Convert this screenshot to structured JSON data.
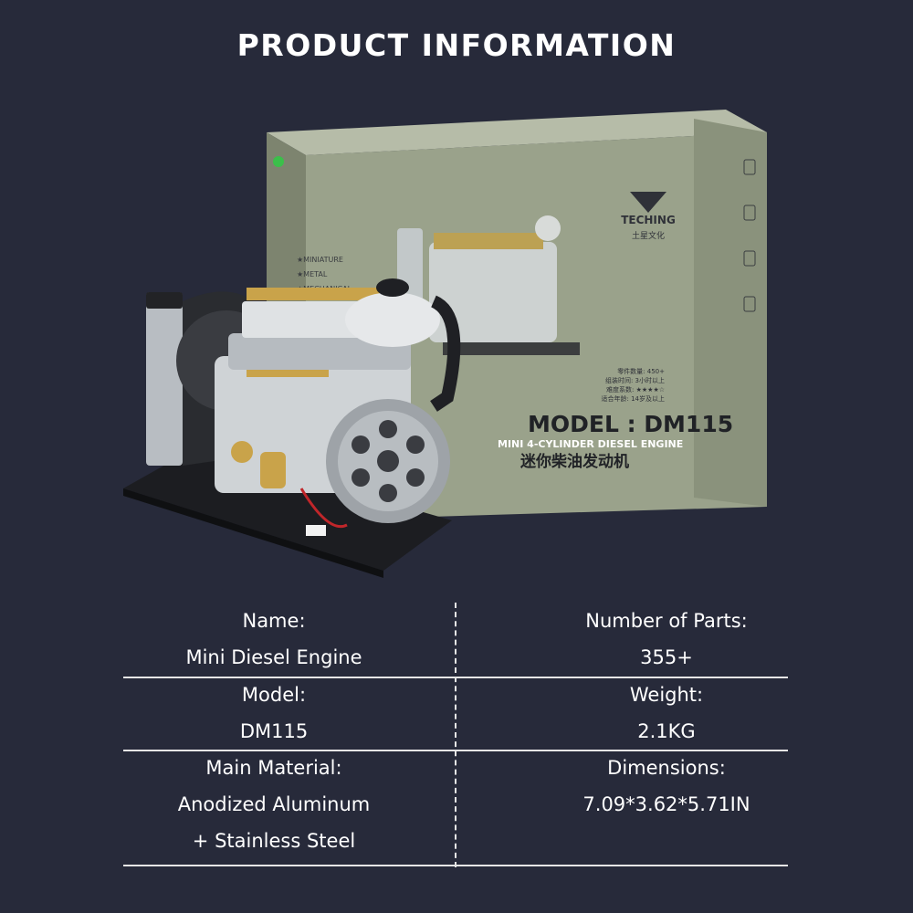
{
  "page": {
    "title": "PRODUCT INFORMATION"
  },
  "box_print": {
    "brand": "TECHING",
    "brand_cn": "土星文化",
    "tags": [
      "★MINIATURE",
      "★METAL",
      "★MECHANICAL"
    ],
    "model_line": "MODEL : DM115",
    "subtitle": "MINI 4-CYLINDER DIESEL ENGINE",
    "subtitle_cn": "迷你柴油发动机",
    "spec_lines": [
      "零件数量: 450+",
      "组装时间: 3小时以上",
      "难度系数: ★★★★☆",
      "适合年龄: 14岁及以上"
    ]
  },
  "specs": {
    "left": [
      {
        "label": "Name:",
        "value_lines": [
          "Mini Diesel Engine"
        ]
      },
      {
        "label": "Model:",
        "value_lines": [
          "DM115"
        ]
      },
      {
        "label": "Main Material:",
        "value_lines": [
          "Anodized Aluminum",
          "+ Stainless Steel"
        ]
      }
    ],
    "right": [
      {
        "label": "Number of Parts:",
        "value_lines": [
          "355+"
        ]
      },
      {
        "label": "Weight:",
        "value_lines": [
          "2.1KG"
        ]
      },
      {
        "label": "Dimensions:",
        "value_lines": [
          "7.09*3.62*5.71IN"
        ]
      }
    ]
  },
  "colors": {
    "background": "#272a3a",
    "box_green": "#9aa28b",
    "text": "#ffffff"
  }
}
